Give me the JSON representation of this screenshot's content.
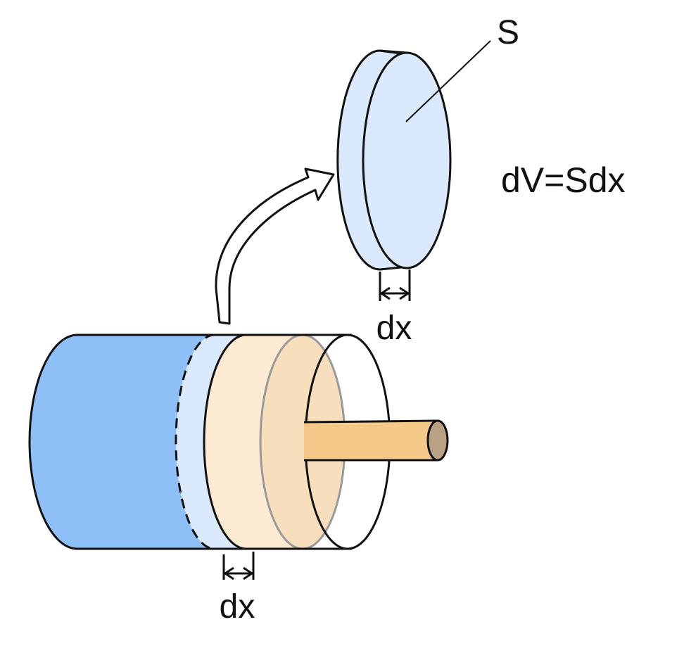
{
  "labels": {
    "area": "S",
    "formula": "dV=Sdx",
    "disk_thickness": "dx",
    "cylinder_thickness": "dx"
  },
  "colors": {
    "fluid": "#8fbff7",
    "disk_fill": "#dbe9fc",
    "slice_fill": "#fcebd2",
    "piston_face": "#f7dfbd",
    "rod": "#f4c98a",
    "rod_end": "#b9a184",
    "outline": "#111111"
  }
}
